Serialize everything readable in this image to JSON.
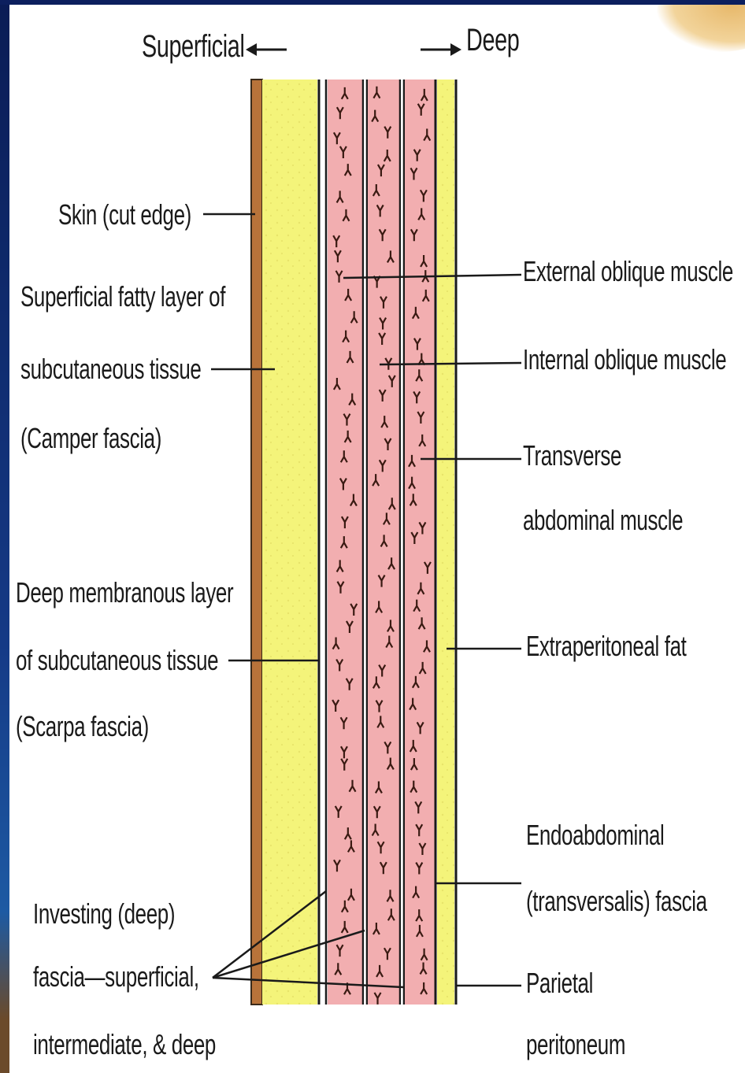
{
  "direction": {
    "superficial": "Superficial",
    "deep": "Deep"
  },
  "labels_left": {
    "skin": "Skin (cut edge)",
    "camper": [
      "Superficial fatty layer of",
      "subcutaneous tissue",
      "(Camper fascia)"
    ],
    "scarpa": [
      "Deep membranous layer",
      "of subcutaneous tissue",
      "(Scarpa fascia)"
    ],
    "investing": [
      "Investing (deep)",
      "fascia—superficial,",
      "intermediate, & deep"
    ]
  },
  "labels_right": {
    "external_oblique": "External oblique muscle",
    "internal_oblique": "Internal oblique muscle",
    "transverse": [
      "Transverse",
      "abdominal muscle"
    ],
    "extraperitoneal": "Extraperitoneal fat",
    "endoabdominal": [
      "Endoabdominal",
      "(transversalis) fascia"
    ],
    "parietal": [
      "Parietal",
      "peritoneum"
    ]
  },
  "colors": {
    "slide_background": "#0c1f5e",
    "skin": "#b8733a",
    "fat": "#f4f47a",
    "muscle": "#f2aeb0",
    "fascia_line": "#1a1a1a"
  }
}
